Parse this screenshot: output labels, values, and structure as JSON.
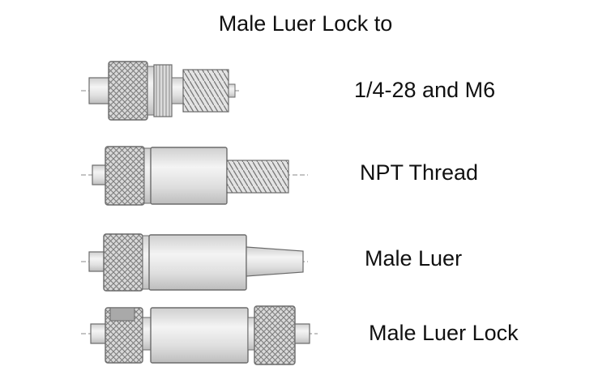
{
  "title": "Male Luer Lock to",
  "fittings": [
    {
      "label": "1/4-28 and M6"
    },
    {
      "label": "NPT Thread"
    },
    {
      "label": "Male Luer"
    },
    {
      "label": "Male Luer Lock"
    }
  ],
  "colors": {
    "outline": "#6b6b6b",
    "metal_light": "#e6e6e6",
    "metal_mid": "#cfcfcf",
    "metal_dark": "#a9a9a9",
    "centerline": "#8a8a8a"
  }
}
